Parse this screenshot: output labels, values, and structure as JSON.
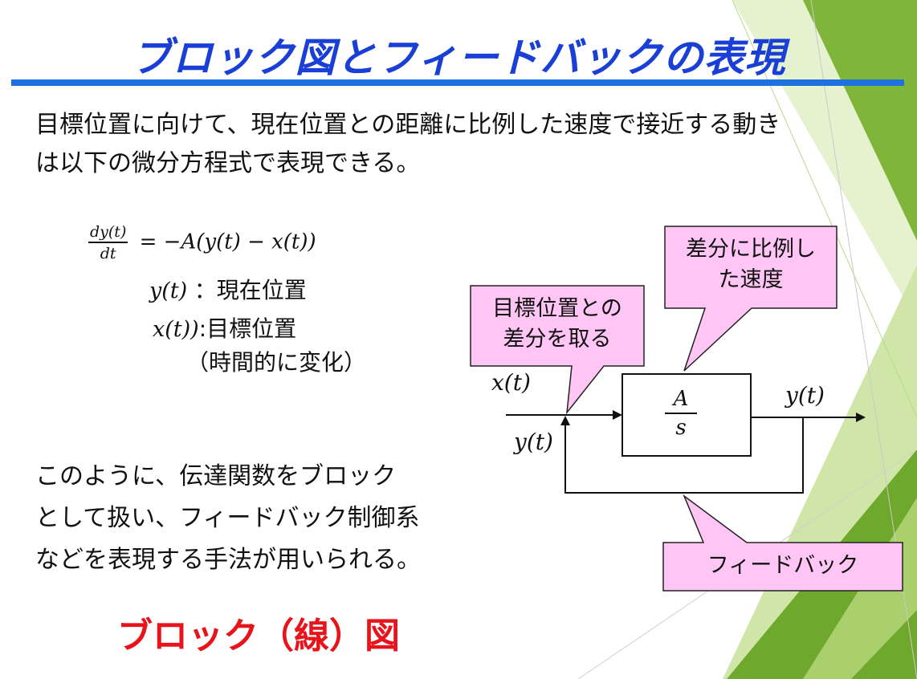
{
  "slide": {
    "title": "ブロック図とフィードバックの表現",
    "intro_line1": "目標位置に向けて、現在位置との距離に比例した速度で接近する動き",
    "intro_line2": "は以下の微分方程式で表現できる。",
    "equation": {
      "numerator": "dy(t)",
      "denominator": "dt",
      "rhs": "= −A(y(t) − x(t))"
    },
    "var_y_symbol": "y(t)",
    "var_y_desc": "：現在位置",
    "var_x_symbol": "x(t))",
    "var_x_desc": ":目標位置",
    "var_note": "（時間的に変化）",
    "body_line1": "このように、伝達関数をブロック",
    "body_line2": "として扱い、フィードバック制御系",
    "body_line3": "などを表現する手法が用いられる。",
    "block_title": "ブロック（線）図"
  },
  "diagram": {
    "callout_diff_line1": "目標位置との",
    "callout_diff_line2": "差分を取る",
    "callout_speed_line1": "差分に比例し",
    "callout_speed_line2": "た速度",
    "callout_feedback": "フィードバック",
    "input_label": "x(t)",
    "feedback_label": "y(t)",
    "output_label": "y(t)",
    "tf_numerator": "A",
    "tf_denominator": "s"
  },
  "colors": {
    "title": "#1a3fd6",
    "title_rule": "#1e72e0",
    "block_title": "#e8141c",
    "callout_fill": "#ffc6f5",
    "green_dark": "#6ea82d",
    "green_light": "#cfe6a8"
  }
}
